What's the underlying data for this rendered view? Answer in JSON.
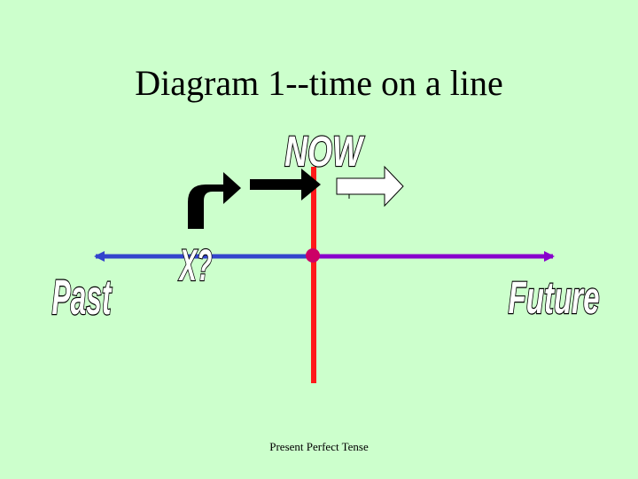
{
  "title": "Diagram 1--time on a line",
  "footer": "Present Perfect Tense",
  "labels": {
    "now": "NOW",
    "past": "Past",
    "future": "Future",
    "question": "X?"
  },
  "colors": {
    "background": "#ccffcc",
    "past_line": "#3344cc",
    "future_line": "#8800cc",
    "now_line": "#ff1a1a",
    "now_dot": "#cc0066"
  }
}
